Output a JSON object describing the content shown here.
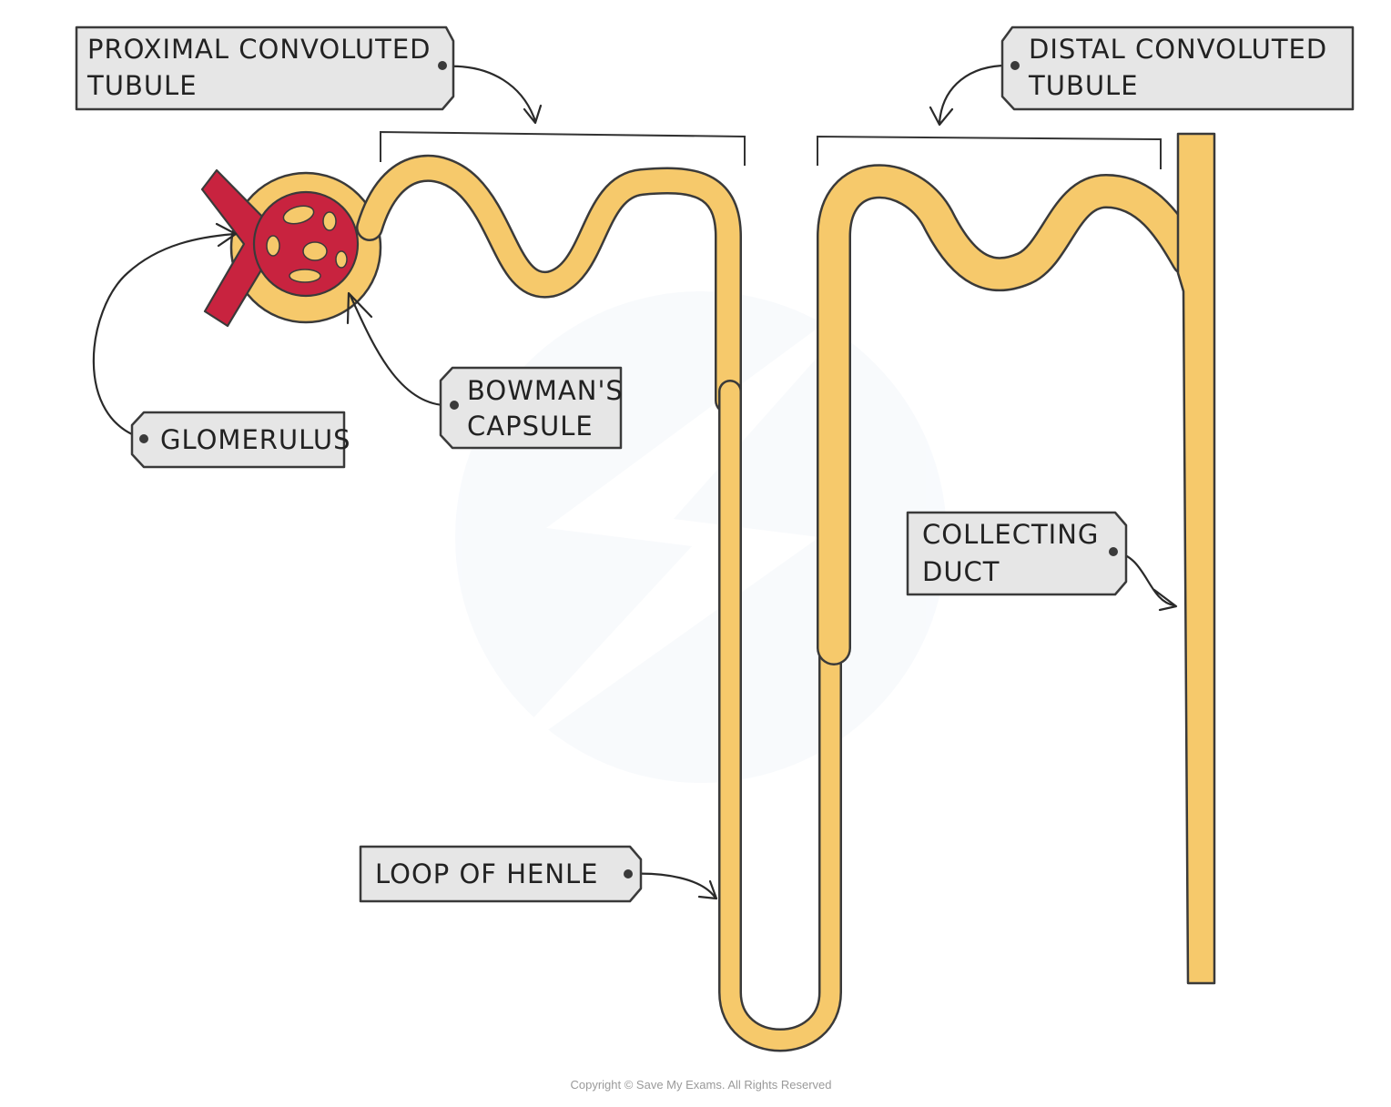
{
  "colors": {
    "tubule": "#f6c96b",
    "outline": "#3a3a3a",
    "blood_vessel": "#c8233f",
    "label_bg": "#e6e6e6",
    "watermark": "#f3f6fb"
  },
  "labels": {
    "proximal_convoluted_tubule": [
      "PROXIMAL  CONVOLUTED",
      "TUBULE"
    ],
    "distal_convoluted_tubule": [
      "DISTAL   CONVOLUTED",
      "TUBULE"
    ],
    "bowmans_capsule": [
      "BOWMAN'S",
      "CAPSULE"
    ],
    "glomerulus": [
      "GLOMERULUS"
    ],
    "collecting_duct": [
      "COLLECTING",
      "DUCT"
    ],
    "loop_of_henle": [
      "LOOP  OF  HENLE"
    ]
  },
  "copyright": "Copyright © Save My Exams. All Rights Reserved"
}
